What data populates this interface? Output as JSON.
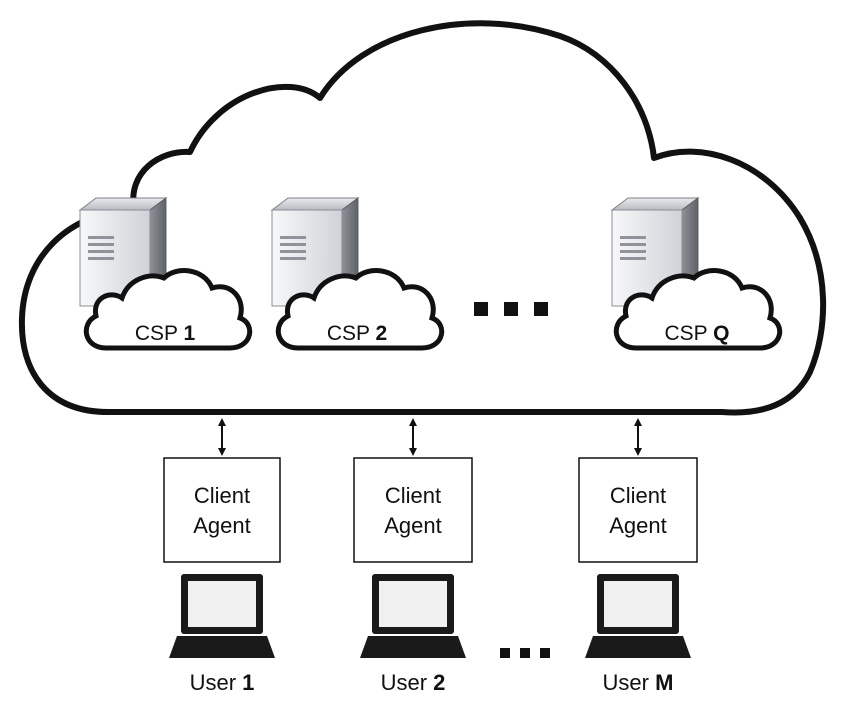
{
  "cloud": {
    "providers": [
      {
        "prefix": "CSP ",
        "index": "1"
      },
      {
        "prefix": "CSP ",
        "index": "2"
      },
      {
        "prefix": "CSP ",
        "index": "Q"
      }
    ],
    "ellipsis": "▪ ▪ ▪"
  },
  "agents": [
    {
      "line1": "Client",
      "line2": "Agent"
    },
    {
      "line1": "Client",
      "line2": "Agent"
    },
    {
      "line1": "Client",
      "line2": "Agent"
    }
  ],
  "users": [
    {
      "prefix": "User ",
      "index": "1"
    },
    {
      "prefix": "User ",
      "index": "2"
    },
    {
      "prefix": "User ",
      "index": "M"
    }
  ],
  "users_ellipsis": "▪ ▪ ▪",
  "colors": {
    "outline": "#111111",
    "server_light": "#eef0f2",
    "server_side": "#9a9ea4",
    "server_top": "#d6d9dd",
    "laptop_screen": "#f2f2f2"
  }
}
